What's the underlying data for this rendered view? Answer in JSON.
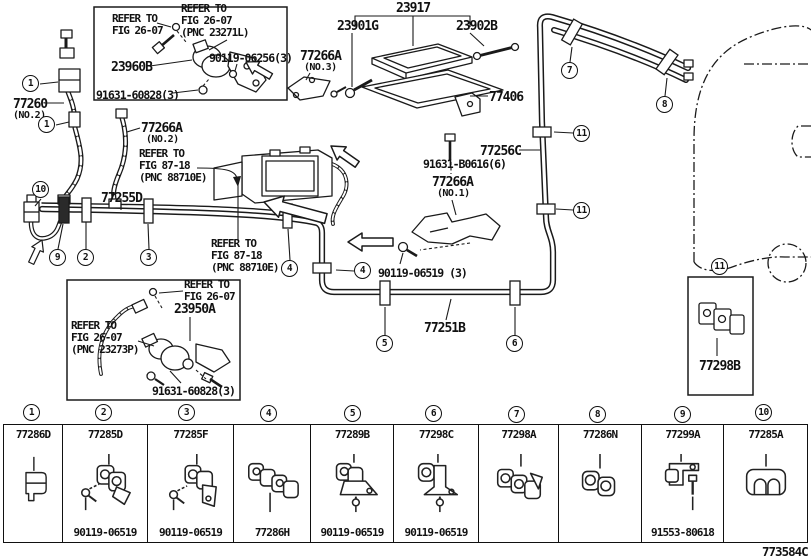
{
  "doc_number": "773584C",
  "callouts": {
    "c1": "1",
    "c2": "2",
    "c3": "3",
    "c4": "4",
    "c5": "5",
    "c6": "6",
    "c7": "7",
    "c8": "8",
    "c9": "9",
    "c10": "10",
    "c11": "11"
  },
  "parts": {
    "p77260": "77260",
    "p77266A": "77266A",
    "p23960B": "23960B",
    "p23950A": "23950A",
    "p23917": "23917",
    "p23901G": "23901G",
    "p23902B": "23902B",
    "p77406": "77406",
    "p77256C": "77256C",
    "p77255D": "77255D",
    "p77251B": "77251B",
    "p77298B": "77298B",
    "f90119_06256": "90119-06256(3)",
    "f91631_60828": "91631-60828(3)",
    "f91631_B0616": "91631-B0616(6)",
    "f90119_06519": "90119-06519 (3)"
  },
  "notes": {
    "no1": "(NO.1)",
    "no2": "(NO.2)",
    "no3": "(NO.3)"
  },
  "refer": {
    "fig2607": [
      "REFER TO",
      "FIG 26-07"
    ],
    "fig2607_pnc23271L": [
      "REFER TO",
      "FIG 26-07",
      "(PNC 23271L)"
    ],
    "fig8718_pnc88710E": [
      "REFER TO",
      "FIG 87-18",
      "(PNC 88710E)"
    ],
    "fig2607_pnc23273P": [
      "REFER TO",
      "FIG 26-07",
      "(PNC 23273P)"
    ]
  },
  "legend": {
    "cells": [
      {
        "num": "1",
        "top": "77286D",
        "bottom": ""
      },
      {
        "num": "2",
        "top": "77285D",
        "bottom": "90119-06519"
      },
      {
        "num": "3",
        "top": "77285F",
        "bottom": "90119-06519"
      },
      {
        "num": "4",
        "top": "",
        "bottom": "77286H"
      },
      {
        "num": "5",
        "top": "77289B",
        "bottom": "90119-06519"
      },
      {
        "num": "6",
        "top": "77298C",
        "bottom": "90119-06519"
      },
      {
        "num": "7",
        "top": "77298A",
        "bottom": ""
      },
      {
        "num": "8",
        "top": "77286N",
        "bottom": ""
      },
      {
        "num": "9",
        "top": "77299A",
        "bottom": "91553-80618"
      },
      {
        "num": "10",
        "top": "77285A",
        "bottom": ""
      }
    ]
  }
}
